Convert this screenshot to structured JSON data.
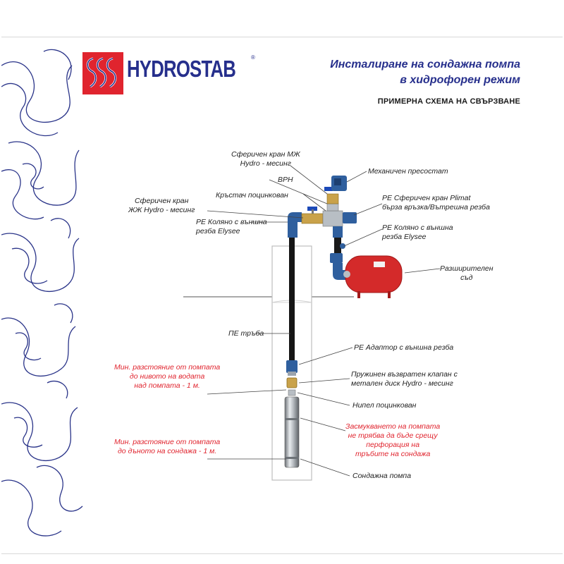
{
  "brand": {
    "name": "HYDROSTAB",
    "reg_mark": "®"
  },
  "header": {
    "title_line1": "Инсталиране на сондажна помпа",
    "title_line2": "в хидрофорен режим",
    "subtitle": "ПРИМЕРНА СХЕМА НА СВЪРЗВАНЕ"
  },
  "labels": {
    "ball_valve_mf": {
      "line1": "Сферичен кран МЖ",
      "line2": "Hydro - месинг"
    },
    "vrn": "ВРН",
    "mech_pressostat": "Механичен пресостат",
    "cross_galv": "Кръстач поцинкован",
    "ball_valve_ff": {
      "line1": "Сферичен кран",
      "line2": "ЖЖ Hydro - месинг"
    },
    "pe_ball_valve_plimat": {
      "line1": "PE Сферичен кран Plimat",
      "line2": "бърза връзка/Вътрешна резба"
    },
    "pe_elbow_left": {
      "line1": "PE Коляно с външна",
      "line2": "резба Elysee"
    },
    "pe_elbow_right": {
      "line1": "PE Коляно с външна",
      "line2": "резба Elysee"
    },
    "expansion_vessel": {
      "line1": "Разширителен",
      "line2": "съд"
    },
    "pe_pipe": "ПЕ тръба",
    "pe_adapter": "PE Адаптор с външна резба",
    "check_valve": {
      "line1": "Пружинен възвратен клапан с",
      "line2": "метален диск Hydro - месинг"
    },
    "nipple_galv": "Нипел поцинкован",
    "min_dist_water": {
      "line1": "Мин. разстояние от помпата",
      "line2": "до нивото на водата",
      "line3": "над помпата - 1 м."
    },
    "min_dist_bottom": {
      "line1": "Мин. разстояние от помпата",
      "line2": "до дъното на сондажа - 1 м."
    },
    "suction_note": {
      "line1": "Засмукването на помпата",
      "line2": "не трябва да бъде срещу",
      "line3": "перфорация на",
      "line4": "тръбите на сондажа"
    },
    "borehole_pump": "Сондажна помпа"
  },
  "colors": {
    "brand_blue": "#262f8c",
    "brand_red": "#e0242e",
    "vessel_red": "#d42a2a",
    "fitting_blue": "#2f5f9e"
  }
}
